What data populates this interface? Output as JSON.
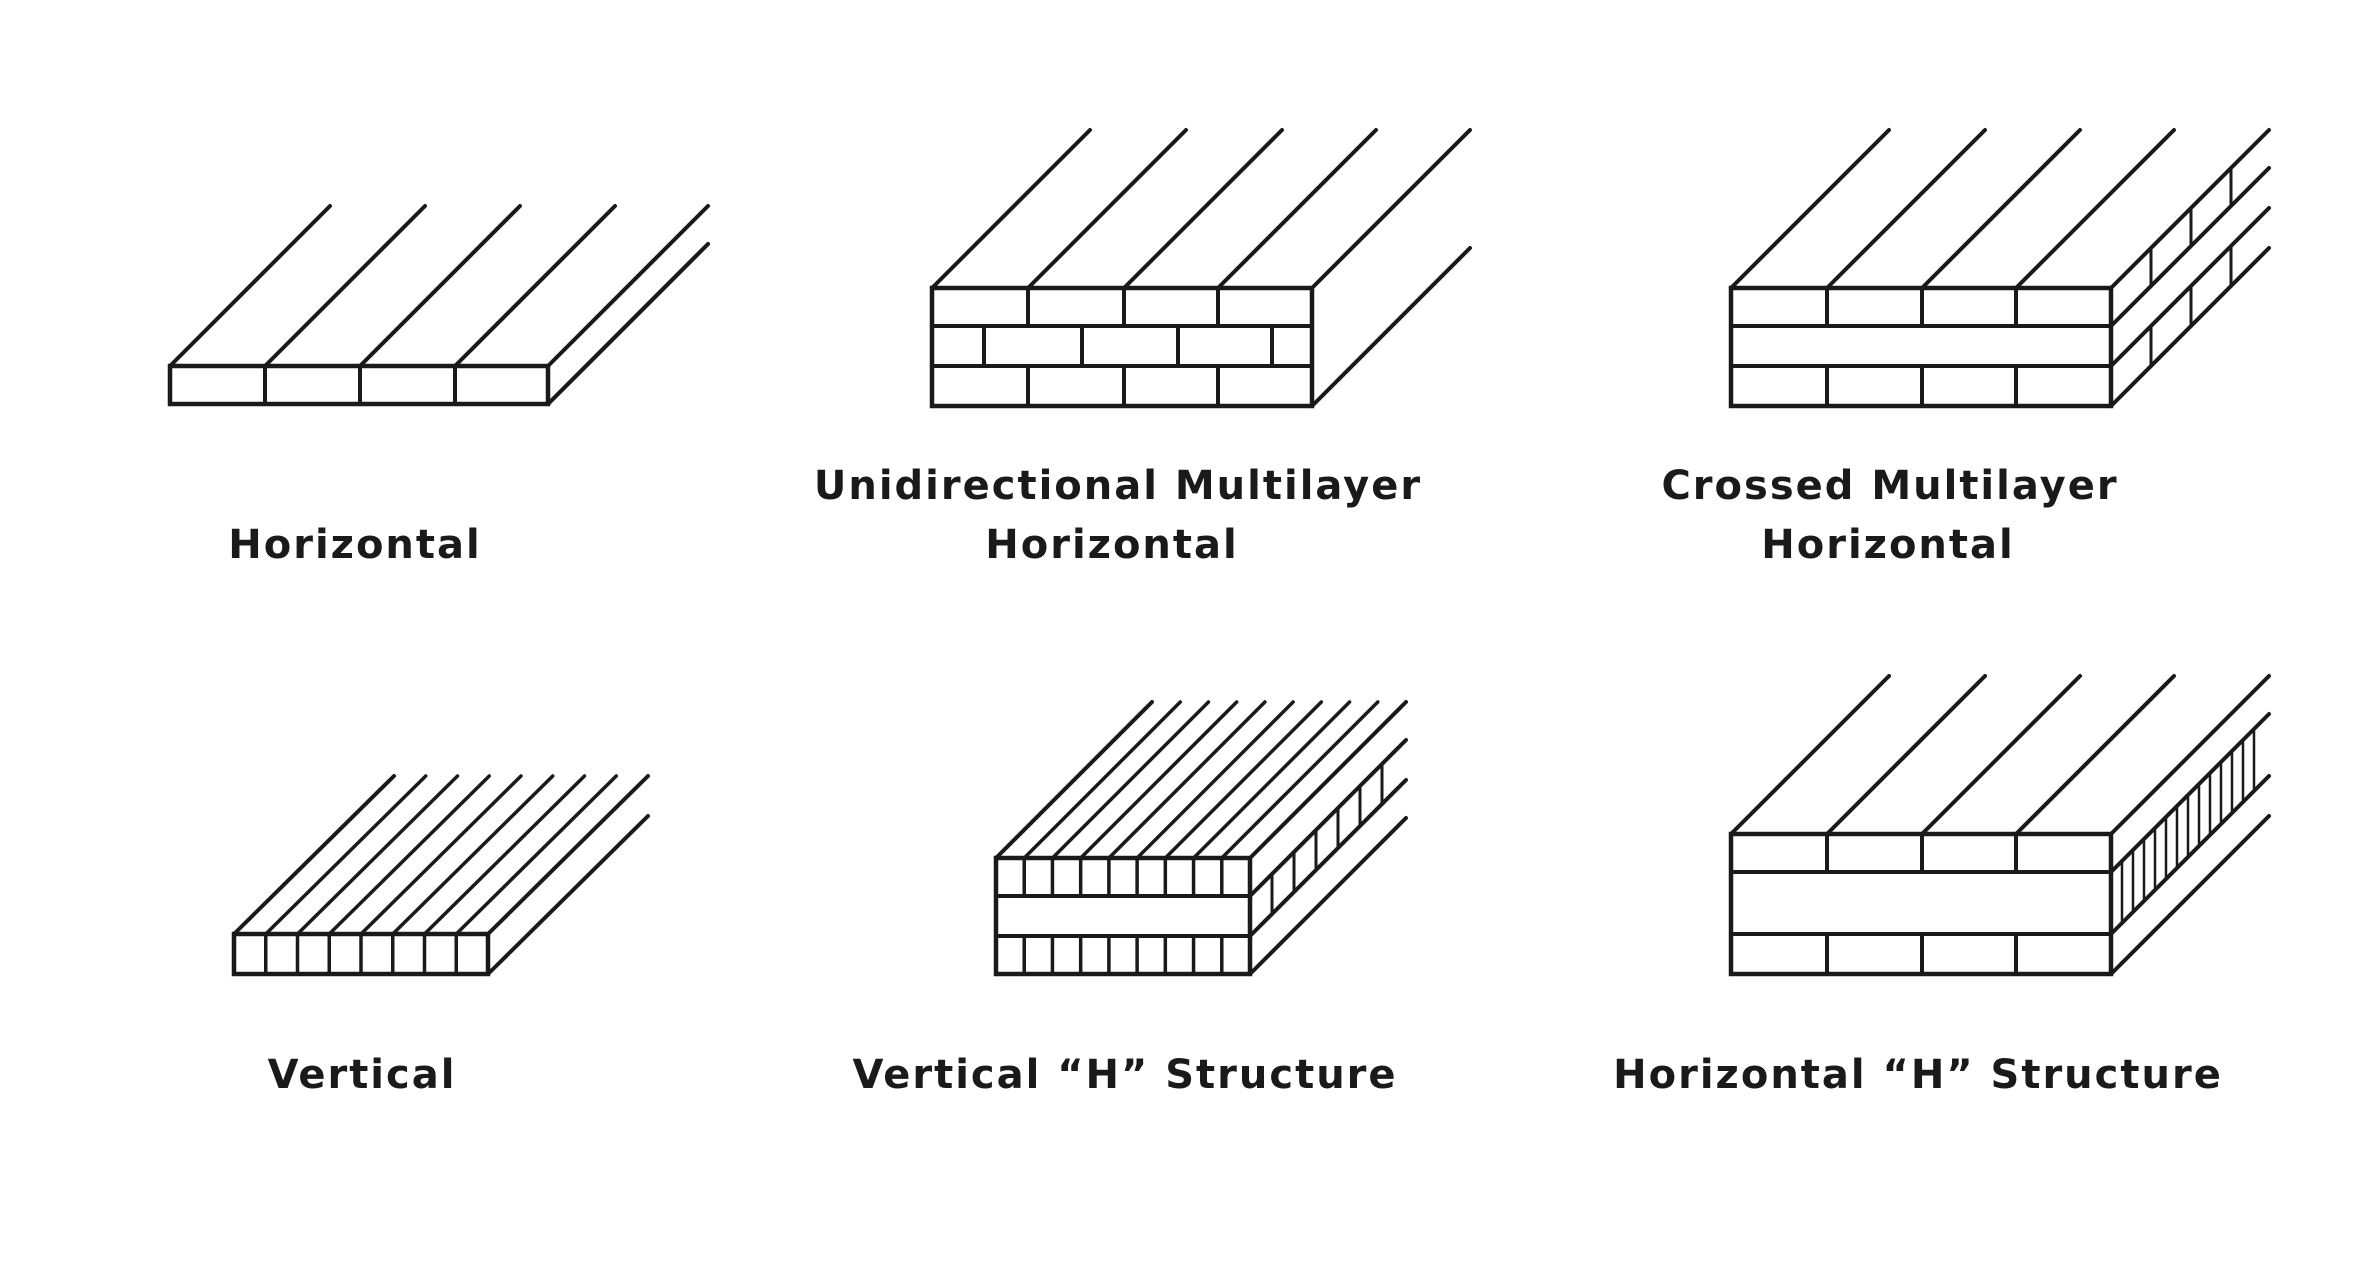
{
  "colors": {
    "background": "#ffffff",
    "stroke": "#1a1a1a",
    "text": "#1a1a1a"
  },
  "structures": [
    {
      "label_lines": [
        "Horizontal"
      ]
    },
    {
      "label_lines": [
        "Unidirectional Multilayer",
        "Horizontal"
      ]
    },
    {
      "label_lines": [
        "Crossed Multilayer",
        "Horizontal"
      ]
    },
    {
      "label_lines": [
        "Vertical"
      ]
    },
    {
      "label_lines": [
        "Vertical “H” Structure"
      ]
    },
    {
      "label_lines": [
        "Horizontal “H” Structure"
      ]
    }
  ]
}
